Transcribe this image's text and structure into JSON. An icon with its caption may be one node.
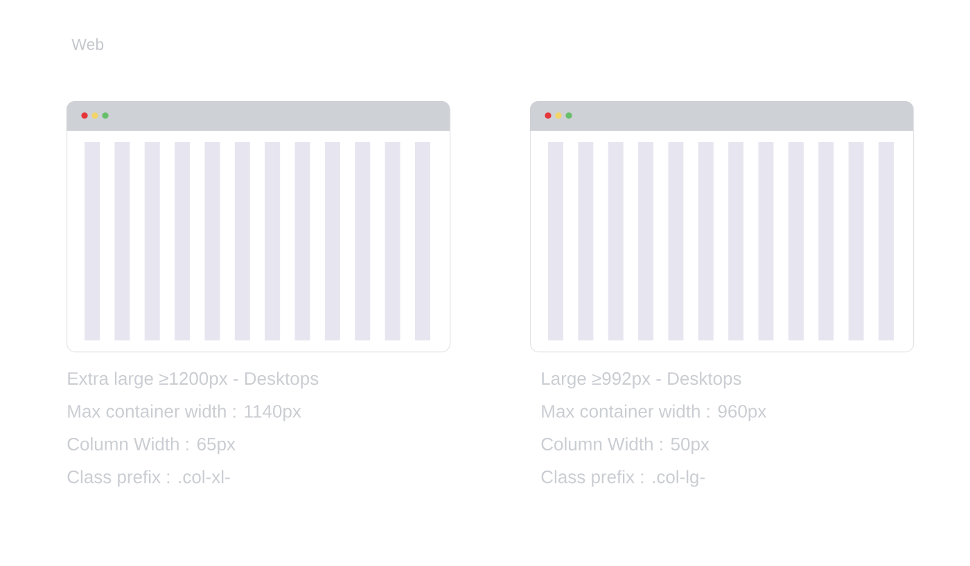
{
  "diagram": {
    "title": "Web",
    "nodes": [
      {
        "text": [],
        "shape": "box",
        "beside": [
          "Extra large ≥1200px - Desktops",
          "Max container width : 1140px",
          "Column Width : 65px",
          "Class prefix : .col-xl-"
        ]
      },
      {
        "text": [],
        "shape": "box",
        "beside": [
          "Large ≥992px - Desktops",
          "Max container width : 960px",
          "Column Width : 50px",
          "Class prefix : .col-lg-"
        ]
      }
    ]
  }
}
